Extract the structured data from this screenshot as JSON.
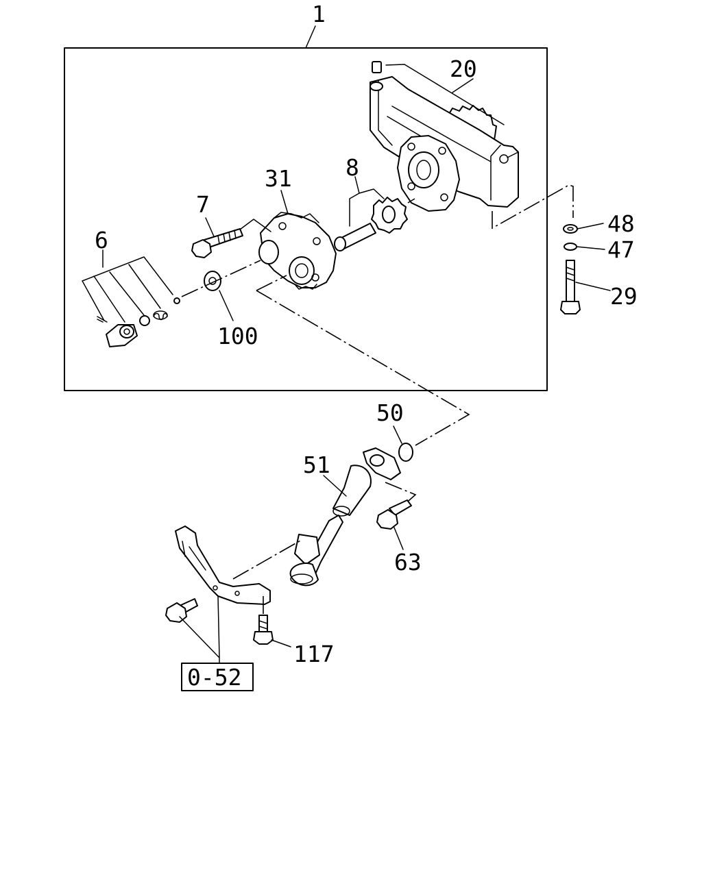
{
  "callouts": {
    "c1": "1",
    "c20": "20",
    "c31": "31",
    "c8": "8",
    "c7": "7",
    "c6": "6",
    "c100": "100",
    "c48": "48",
    "c47": "47",
    "c29": "29",
    "c50": "50",
    "c51": "51",
    "c63": "63",
    "c117": "117",
    "ref": "0-52"
  }
}
